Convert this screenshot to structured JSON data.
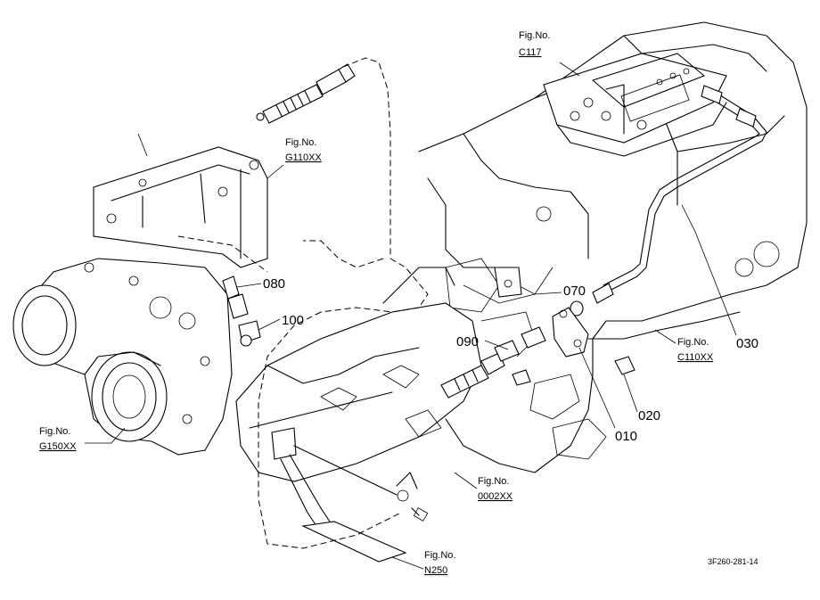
{
  "figure_refs": [
    {
      "id": "c117",
      "label": "Fig.No.",
      "code": "C117"
    },
    {
      "id": "g110",
      "label": "Fig.No.",
      "code": "G110XX"
    },
    {
      "id": "c110",
      "label": "Fig.No.",
      "code": "C110XX"
    },
    {
      "id": "g150",
      "label": "Fig.No.",
      "code": "G150XX"
    },
    {
      "id": "d002",
      "label": "Fig.No.",
      "code": "0002XX"
    },
    {
      "id": "n250",
      "label": "Fig.No.",
      "code": "N250"
    }
  ],
  "callouts": [
    "080",
    "100",
    "070",
    "090",
    "030",
    "020",
    "010"
  ],
  "drawing_code": "3F260-281-14"
}
